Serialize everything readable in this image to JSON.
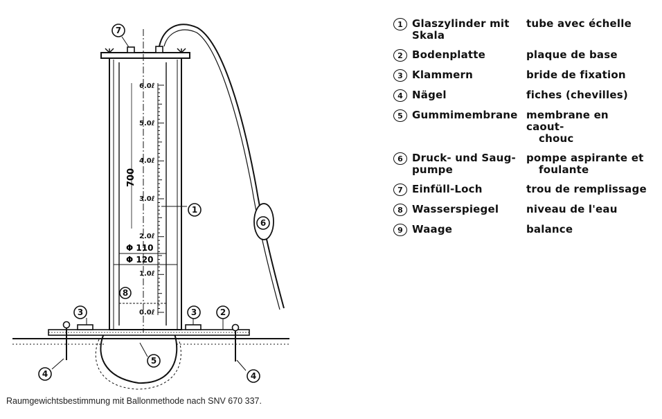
{
  "diagram": {
    "labels": {
      "n1": "1",
      "n2": "2",
      "n3": "3",
      "n4": "4",
      "n5": "5",
      "n6": "6",
      "n7": "7",
      "n8": "8"
    },
    "scale": [
      "6.0ℓ",
      "5.0ℓ",
      "4.0ℓ",
      "3.0ℓ",
      "2.0ℓ",
      "1.0ℓ",
      "0.0ℓ"
    ],
    "dim_height": "700",
    "dim_110": "Φ 110",
    "dim_120": "Φ 120"
  },
  "legend": [
    {
      "num": "1",
      "de": "Glaszylinder mit",
      "de2": "Skala",
      "fr": "tube avec échelle",
      "fr2": ""
    },
    {
      "num": "2",
      "de": "Bodenplatte",
      "de2": "",
      "fr": "plaque de base",
      "fr2": ""
    },
    {
      "num": "3",
      "de": "Klammern",
      "de2": "",
      "fr": "bride de fixation",
      "fr2": ""
    },
    {
      "num": "4",
      "de": "Nägel",
      "de2": "",
      "fr": "fiches (chevilles)",
      "fr2": ""
    },
    {
      "num": "5",
      "de": "Gummimembrane",
      "de2": "",
      "fr": "membrane en caout-",
      "fr2": "chouc"
    },
    {
      "num": "6",
      "de": "Druck- und Saug-",
      "de2": "pumpe",
      "fr": "pompe aspirante et",
      "fr2": "foulante"
    },
    {
      "num": "7",
      "de": "Einfüll-Loch",
      "de2": "",
      "fr": "trou de remplissage",
      "fr2": ""
    },
    {
      "num": "8",
      "de": "Wasserspiegel",
      "de2": "",
      "fr": "niveau de l'eau",
      "fr2": ""
    },
    {
      "num": "9",
      "de": "Waage",
      "de2": "",
      "fr": "balance",
      "fr2": ""
    }
  ],
  "caption": "Raumgewichtsbestimmung mit Ballonmethode nach SNV 670 337."
}
